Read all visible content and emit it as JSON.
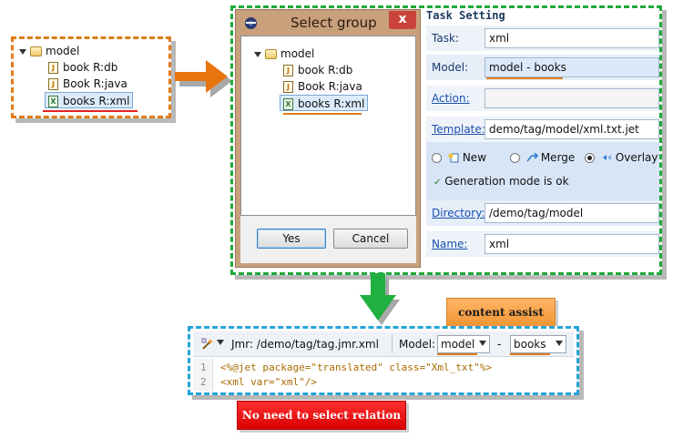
{
  "left_tree": {
    "root_label": "model",
    "items": [
      {
        "label": "book R:db",
        "icon": "jet-file-icon"
      },
      {
        "label": "Book R:java",
        "icon": "jet-file-icon"
      },
      {
        "label": "books R:xml",
        "icon": "xml-file-icon",
        "selected": true
      }
    ]
  },
  "dialog": {
    "title": "Select group",
    "close_label": "x",
    "tree": {
      "root_label": "model",
      "items": [
        {
          "label": "book R:db"
        },
        {
          "label": "Book R:java"
        },
        {
          "label": "books R:xml",
          "selected": true
        }
      ]
    },
    "yes_label": "Yes",
    "cancel_label": "Cancel"
  },
  "task_setting": {
    "title": "Task Setting",
    "task_label": "Task:",
    "task_value": "xml",
    "model_label": "Model:",
    "model_value": "model - books",
    "action_label": "Action:",
    "action_value": "",
    "template_label": "Template:",
    "template_value": "demo/tag/model/xml.txt.jet",
    "mode_new": "New",
    "mode_merge": "Merge",
    "mode_overlay": "Overlay",
    "mode_selected": "Overlay",
    "mode_status": "Generation mode is ok",
    "directory_label": "Directory:",
    "directory_value": "/demo/tag/model",
    "name_label": "Name:",
    "name_value": "xml"
  },
  "editor": {
    "jmr_label": "Jmr: /demo/tag/tag.jmr.xml",
    "model_label": "Model:",
    "model_select": "model",
    "separator": "-",
    "group_select": "books",
    "lines": [
      {
        "num": "1",
        "text": "<%@jet package=\"translated\" class=\"Xml_txt\"%>"
      },
      {
        "num": "2",
        "text": "<xml var=\"xml\"/>"
      }
    ]
  },
  "callouts": {
    "content_assist": "content assist",
    "no_relation": "No need to select relation"
  },
  "colors": {
    "orange_frame": "#e07b1a",
    "green_frame": "#1fa83a",
    "blue_frame": "#23a4d8",
    "red_callout": "#d90000",
    "orange_callout": "#f19535"
  }
}
